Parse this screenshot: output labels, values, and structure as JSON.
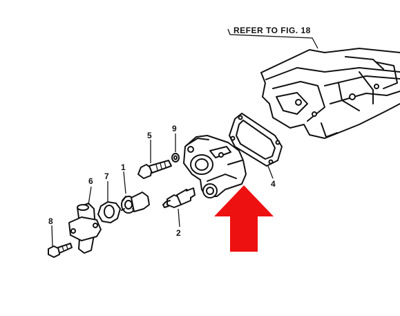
{
  "reference": "REFER TO FIG. 18",
  "callouts": {
    "p1": "1",
    "p2": "2",
    "p4": "4",
    "p5": "5",
    "p6": "6",
    "p7": "7",
    "p8": "8",
    "p9": "9"
  },
  "colors": {
    "line": "#111111",
    "arrow": "#ee1111",
    "background": "#ffffff"
  },
  "icons": {
    "pointer": "red-down-arrow"
  }
}
